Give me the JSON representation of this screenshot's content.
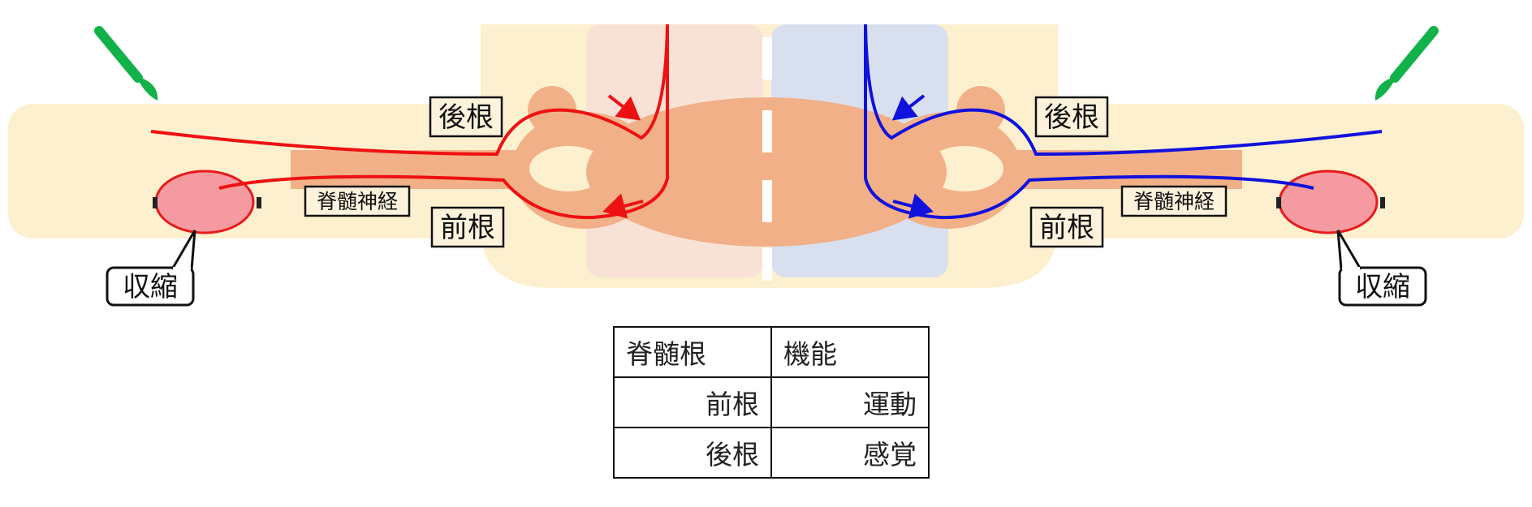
{
  "labels": {
    "dorsal_root_left": "後根",
    "dorsal_root_right": "後根",
    "ventral_root_left": "前根",
    "ventral_root_right": "前根",
    "spinal_nerve_left": "脊髄神経",
    "spinal_nerve_right": "脊髄神経",
    "contraction_left": "収縮",
    "contraction_right": "収縮"
  },
  "colors": {
    "sensory_left": "#ee1111",
    "sensory_right": "#1111dd",
    "tissue": "#f2b088",
    "background_band": "#fdf0cf",
    "left_column": "#f8e2d6",
    "right_column": "#d8e0f0",
    "muscle": "#f59aa0",
    "brush": "#12b24a"
  },
  "icons": [
    "paintbrush-icon",
    "paintbrush-icon"
  ],
  "table": {
    "headers": [
      "脊髄根",
      "機能"
    ],
    "rows": [
      [
        "前根",
        "運動"
      ],
      [
        "後根",
        "感覚"
      ]
    ]
  }
}
